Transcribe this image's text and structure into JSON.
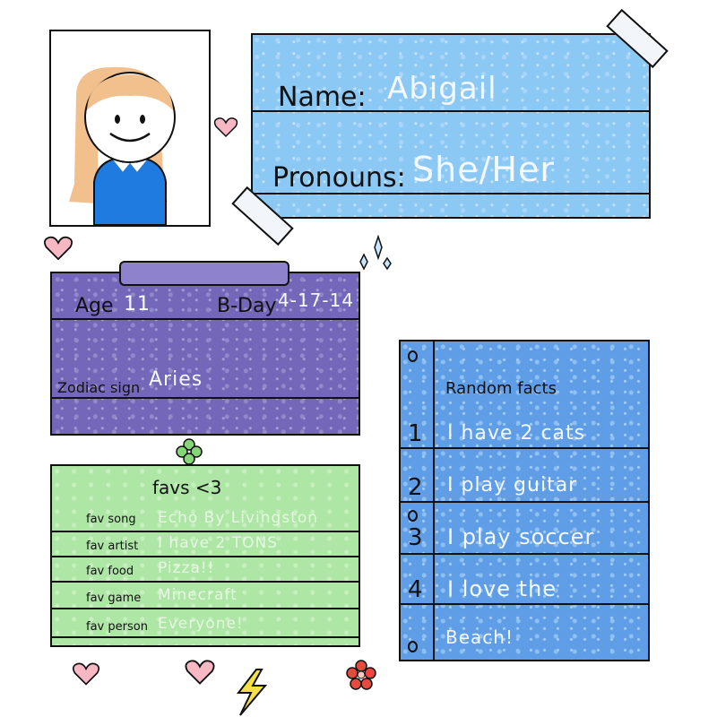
{
  "profile": {
    "name_label": "Name:",
    "name_value": "Abigail",
    "pronouns_label": "Pronouns:",
    "pronouns_value": "She/Her"
  },
  "info": {
    "age_label": "Age",
    "age_value": "11",
    "bday_label": "B-Day",
    "bday_value": "4-17-14",
    "zodiac_label": "Zodiac sign",
    "zodiac_value": "Aries"
  },
  "favs": {
    "title": "favs <3",
    "rows": [
      {
        "label": "fav song",
        "value": "Echo By Livingston"
      },
      {
        "label": "fav artist",
        "value": "I have 2 TONS"
      },
      {
        "label": "fav food",
        "value": "Pizza!!"
      },
      {
        "label": "fav game",
        "value": "Minecraft"
      },
      {
        "label": "fav person",
        "value": "Everyone!"
      }
    ]
  },
  "facts": {
    "title": "Random facts",
    "items": [
      {
        "num": "1",
        "text": "I have 2 cats"
      },
      {
        "num": "2",
        "text": "I play guitar"
      },
      {
        "num": "3",
        "text": "I play soccer"
      },
      {
        "num": "4",
        "text": "I love the"
      },
      {
        "num": "",
        "text": "Beach!"
      }
    ]
  },
  "colors": {
    "blue_card": "#8cc8f4",
    "purple_card": "#7466b8",
    "green_card": "#aee6a6",
    "facts_card": "#5f9de6",
    "heart": "#f7b8c4",
    "bolt": "#f5e04a",
    "flower": "#e64a3c",
    "clover": "#86d678"
  }
}
